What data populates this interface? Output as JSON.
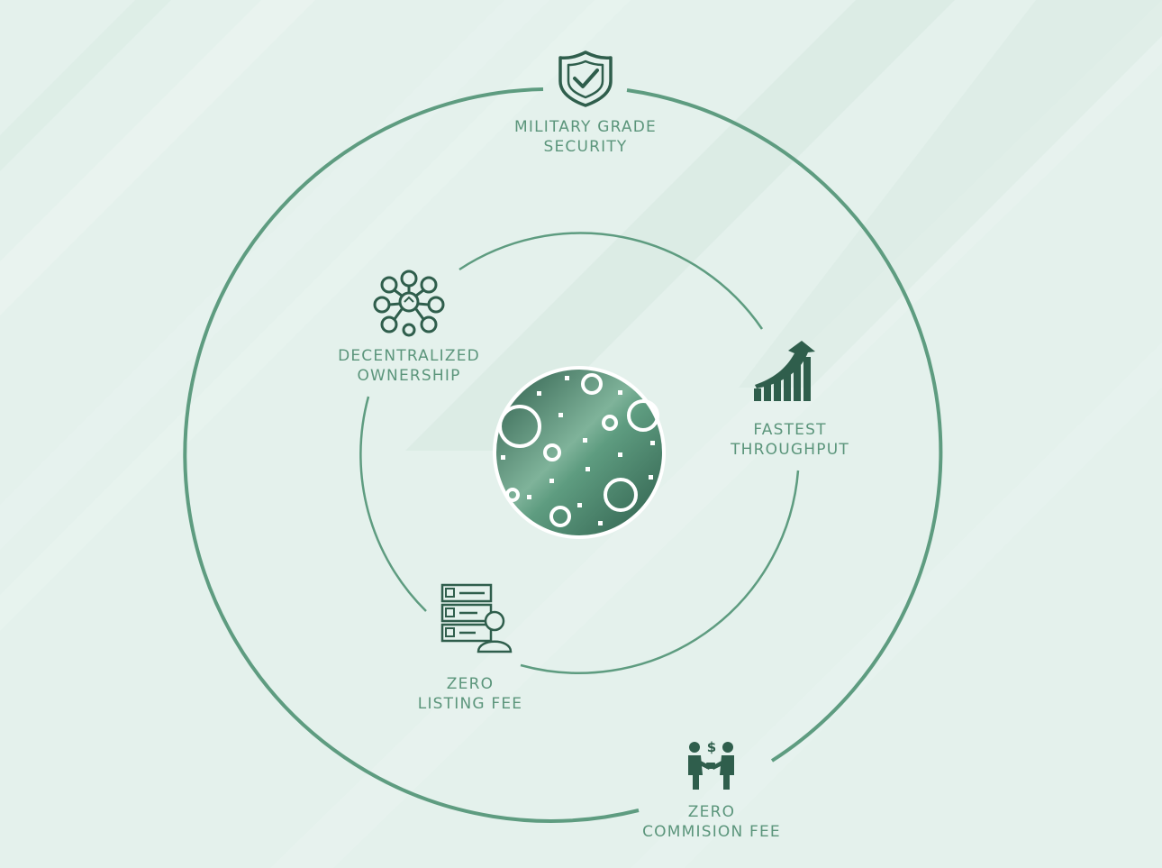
{
  "diagram": {
    "features": [
      {
        "id": "security",
        "icon": "shield-check-icon",
        "lines": [
          "MILITARY GRADE",
          "SECURITY"
        ]
      },
      {
        "id": "ownership",
        "icon": "network-nodes-icon",
        "lines": [
          "DECENTRALIZED",
          "OWNERSHIP"
        ]
      },
      {
        "id": "throughput",
        "icon": "growth-chart-icon",
        "lines": [
          "FASTEST",
          "THROUGHPUT"
        ]
      },
      {
        "id": "listing",
        "icon": "checklist-person-icon",
        "lines": [
          "ZERO",
          "LISTING FEE"
        ]
      },
      {
        "id": "commission",
        "icon": "money-exchange-icon",
        "lines": [
          "ZERO",
          "COMMISION FEE"
        ]
      }
    ],
    "center": {
      "icon": "bubbles-globe-icon"
    }
  },
  "colors": {
    "background": "#e4f1ec",
    "ring": "#5e9c80",
    "icon": "#2f5e4c",
    "label": "#5b957b",
    "center_dark": "#2f5e4c",
    "center_light": "#7fb39a"
  }
}
